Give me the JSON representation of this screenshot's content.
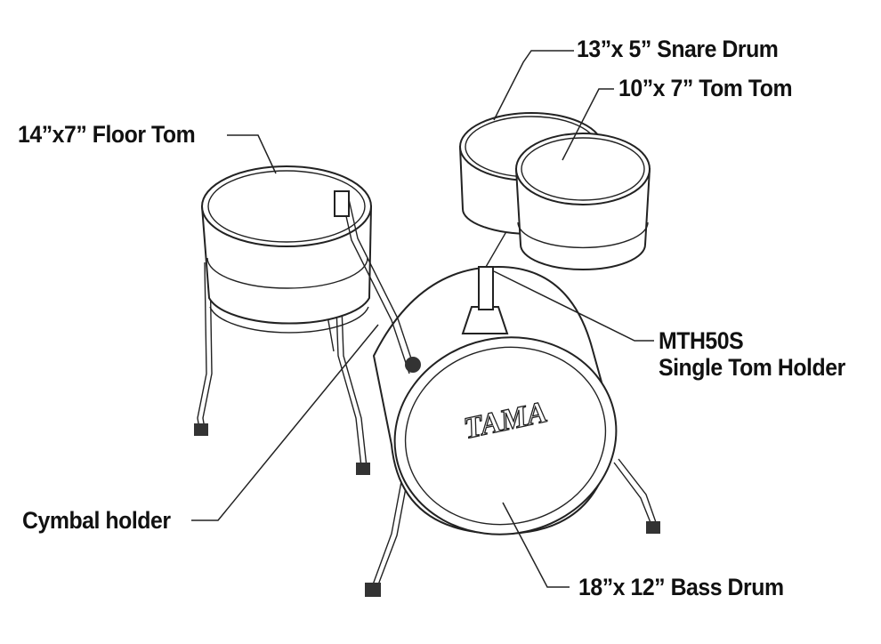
{
  "labels": {
    "snare": "13”x 5” Snare Drum",
    "tom": "10”x 7” Tom Tom",
    "floor_tom": "14”x7” Floor Tom",
    "tom_holder_model": "MTH50S",
    "tom_holder_name": "Single Tom Holder",
    "cymbal_holder": "Cymbal holder",
    "bass_drum": "18”x 12” Bass Drum"
  },
  "logo": "TAMA"
}
